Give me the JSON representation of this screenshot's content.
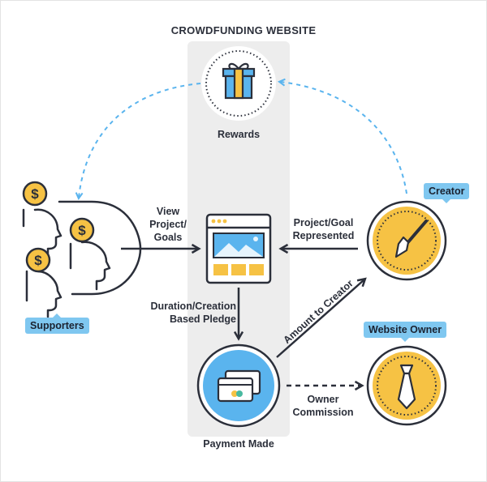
{
  "title": "CROWDFUNDING WEBSITE",
  "nodes": {
    "rewards": "Rewards",
    "creator": "Creator",
    "supporters": "Supporters",
    "website_owner": "Website Owner",
    "payment_made": "Payment Made"
  },
  "edges": {
    "view_project": [
      "View",
      "Project/",
      "Goals"
    ],
    "project_goal": [
      "Project/Goal",
      "Represented"
    ],
    "duration_pledge": [
      "Duration/Creation",
      "Based Pledge"
    ],
    "amount_to_creator": "Amount to Creator",
    "owner_commission": [
      "Owner",
      "Commission"
    ]
  },
  "icons": {
    "rewards": "gift-icon",
    "creator": "paintbrush-icon",
    "website_owner": "necktie-icon",
    "payment": "credit-card-icon",
    "project": "web-page-icon",
    "supporters": "supporter-heads-icon",
    "coin": "dollar-coin-icon"
  },
  "colors": {
    "accent_yellow": "#f6c244",
    "accent_blue": "#5ab4ee",
    "tag_blue": "#7fc7f0",
    "dark": "#2b2f3a",
    "column_gray": "#ededed"
  }
}
